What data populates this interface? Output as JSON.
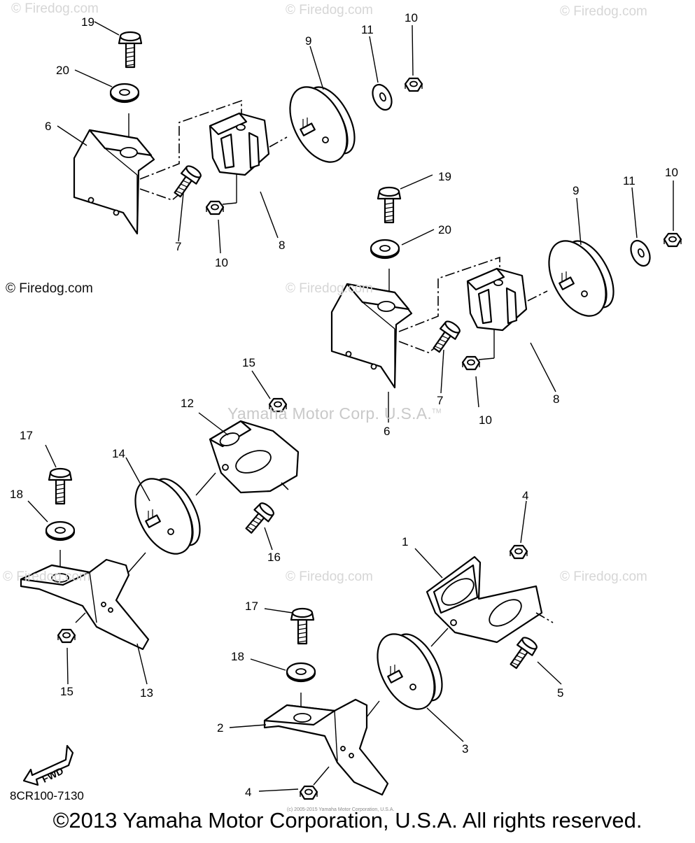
{
  "watermarks": [
    "© Firedog.com",
    "© Firedog.com",
    "© Firedog.com",
    "© Firedog.com",
    "© Firedog.com",
    "© Firedog.com",
    "© Firedog.com"
  ],
  "copyright_left": "© Firedog.com",
  "yamaha_watermark": "Yamaha Motor Corp. U.S.A.",
  "yamaha_tm": "TM",
  "fwd_label": "FWD",
  "doc_code": "8CR100-7130",
  "fine_print": "(c) 2005-2015 Yamaha Motor Corporation, U.S.A.",
  "footer": "©2013 Yamaha Motor Corporation, U.S.A. All rights reserved.",
  "callouts": [
    "19",
    "20",
    "6",
    "7",
    "10",
    "8",
    "9",
    "11",
    "10",
    "19",
    "20",
    "9",
    "11",
    "10",
    "7",
    "10",
    "8",
    "6",
    "15",
    "12",
    "17",
    "14",
    "18",
    "16",
    "13",
    "15",
    "4",
    "1",
    "17",
    "18",
    "5",
    "2",
    "3",
    "4"
  ]
}
